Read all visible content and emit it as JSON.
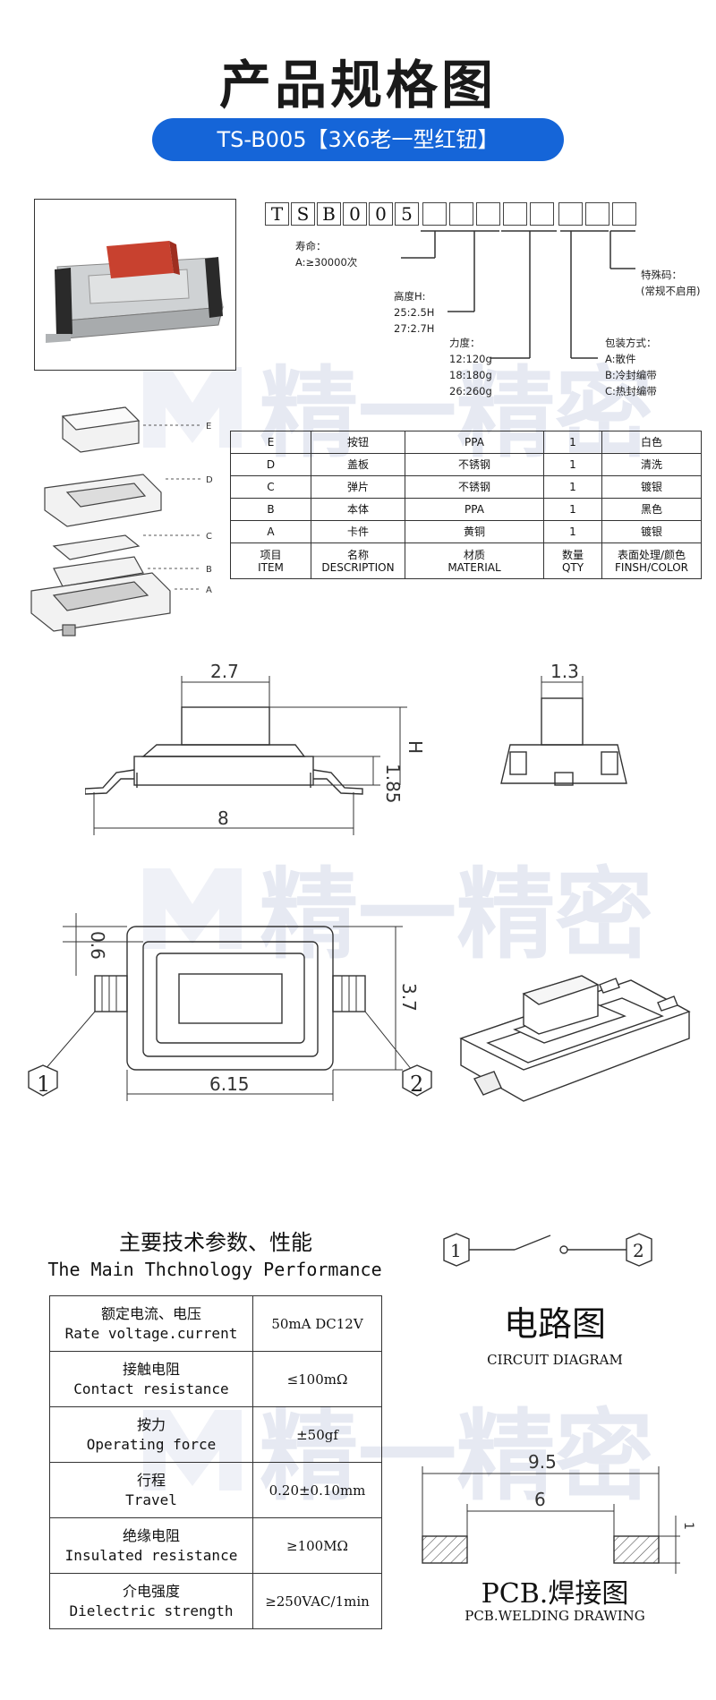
{
  "header": {
    "title": "产品规格图",
    "model_banner": "TS-B005【3X6老一型红钮】"
  },
  "watermark": {
    "text": "精一精密"
  },
  "part_code": {
    "chars": [
      "T",
      "S",
      "B",
      "0",
      "0",
      "5"
    ],
    "blank_slots": 8,
    "labels": {
      "life_title": "寿命：",
      "life_value": "A:≥30000次",
      "height_title": "高度H:",
      "height_1": "25:2.5H",
      "height_2": "27:2.7H",
      "force_title": "力度：",
      "force_1": "12:120g",
      "force_2": "18:180g",
      "force_3": "26:260g",
      "pack_title": "包装方式：",
      "pack_1": "A:散件",
      "pack_2": "B:冷封编带",
      "pack_3": "C:热封编带",
      "special_title": "特殊码：",
      "special_value": "(常规不启用)"
    }
  },
  "exploded_labels": [
    "E",
    "D",
    "C",
    "B",
    "A"
  ],
  "parts_table": {
    "rows": [
      {
        "item": "E",
        "name": "按钮",
        "material": "PPA",
        "qty": "1",
        "color": "白色"
      },
      {
        "item": "D",
        "name": "盖板",
        "material": "不锈钢",
        "qty": "1",
        "color": "清洗"
      },
      {
        "item": "C",
        "name": "弹片",
        "material": "不锈钢",
        "qty": "1",
        "color": "镀银"
      },
      {
        "item": "B",
        "name": "本体",
        "material": "PPA",
        "qty": "1",
        "color": "黑色"
      },
      {
        "item": "A",
        "name": "卡件",
        "material": "黄铜",
        "qty": "1",
        "color": "镀银"
      }
    ],
    "header": {
      "item_zh": "项目",
      "item_en": "ITEM",
      "name_zh": "名称",
      "name_en": "DESCRIPTION",
      "material_zh": "材质",
      "material_en": "MATERIAL",
      "qty_zh": "数量",
      "qty_en": "QTY",
      "color_zh": "表面处理/颜色",
      "color_en": "FINSH/COLOR"
    }
  },
  "dimensions": {
    "button_width": "2.7",
    "body_length": "8",
    "height_body": "1.85",
    "height_label": "H",
    "side_button": "1.3",
    "top_offset": "0.6",
    "body_width": "3.7",
    "terminal_span": "6.15",
    "pin_1": "1",
    "pin_2": "2"
  },
  "performance": {
    "title_zh": "主要技术参数、性能",
    "title_en": "The Main Thchnology Performance",
    "rows": [
      {
        "zh": "额定电流、电压",
        "en": "Rate voltage.current",
        "value": "50mA DC12V"
      },
      {
        "zh": "接触电阻",
        "en": "Contact resistance",
        "value": "≤100mΩ"
      },
      {
        "zh": "按力",
        "en": "Operating force",
        "value": "±50gf"
      },
      {
        "zh": "行程",
        "en": "Travel",
        "value": "0.20±0.10mm"
      },
      {
        "zh": "绝缘电阻",
        "en": "Insulated resistance",
        "value": "≥100MΩ"
      },
      {
        "zh": "介电强度",
        "en": "Dielectric strength",
        "value": "≥250VAC/1min"
      }
    ]
  },
  "circuit": {
    "pin_1": "1",
    "pin_2": "2",
    "title_zh": "电路图",
    "title_en": "CIRCUIT DIAGRAM"
  },
  "pcb": {
    "outer": "9.5",
    "inner": "6",
    "pad": "1",
    "title_zh": "PCB.焊接图",
    "title_en": "PCB.WELDING DRAWING"
  },
  "colors": {
    "accent": "#1565d8",
    "button_red": "#c8412f"
  }
}
